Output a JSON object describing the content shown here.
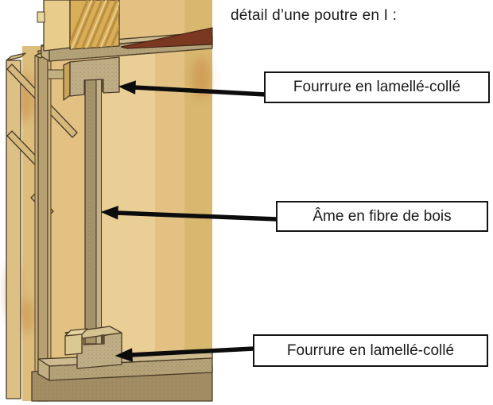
{
  "title": "détail d’une poutre en I :",
  "labels": [
    {
      "id": "top-flange",
      "text": "Fourrure en lamellé-collé"
    },
    {
      "id": "web",
      "text": "Âme en fibre de bois"
    },
    {
      "id": "bottom-flange",
      "text": "Fourrure en lamellé-collé"
    }
  ],
  "palette": {
    "wall": "#e2c182",
    "wall-light": "#e9cf95",
    "wall-dark": "#d8b76f",
    "wall-dim": "#dcbd7c",
    "bottom-dark": "#a28d64",
    "plate-top": "#cdbb8f",
    "plate-front": "#b4a278",
    "plate-cap": "#c2b083",
    "block-front": "#bfae85",
    "block-side": "#c9a55c",
    "block-top": "#d5c391",
    "cube-front": "#dcc893",
    "cube-top": "#e7d5a1",
    "web": "#a5936c",
    "web-light": "#c2b189",
    "slot": "#5e4d35",
    "post-side": "#e7cc8b",
    "post-front": "#d9ae58",
    "grain": "#b58a3e",
    "grain-light": "#ecd9a2",
    "wedge": "#7a3820",
    "left-post": "#ddc083",
    "stud": "#b7a173",
    "stud-strip": "#cdb277",
    "stud-top": "#d8c288",
    "brace": "#d4b87c",
    "outline": "#4a3b28",
    "arrow": "#0c0c0c",
    "label-border": "#141414",
    "text": "#1a1a1a",
    "patch-orange": "#bf6c28"
  }
}
